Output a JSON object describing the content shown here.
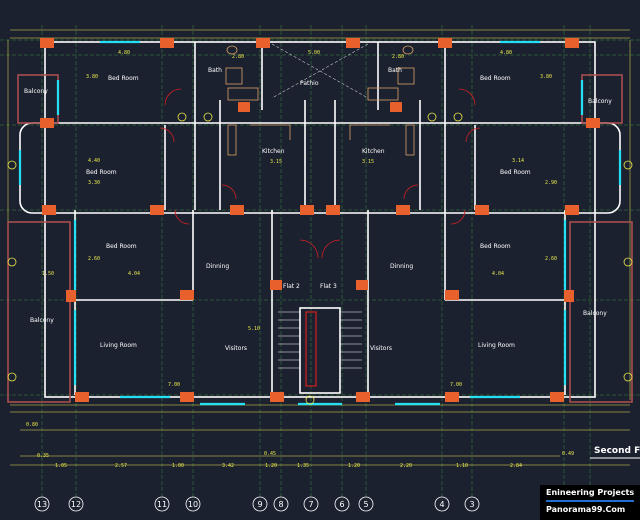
{
  "rooms": {
    "bedroom_tl": "Bed Room",
    "bath_l": "Bath",
    "bath_r": "Bath",
    "bedroom_tr": "Bed Room",
    "balcony_tl": "Balcony",
    "balcony_tr": "Balcony",
    "pathio": "Pathio",
    "kitchen_l": "Kitchen",
    "kitchen_r": "Kitchen",
    "bedroom_ml": "Bed Room",
    "bedroom_mr": "Bed Room",
    "bedroom_ll": "Bed Room",
    "bedroom_lr": "Bed Room",
    "dinning_l": "Dinning",
    "dinning_r": "Dinning",
    "flat2": "Flat 2",
    "flat3": "Flat 3",
    "balcony_bl": "Balcony",
    "balcony_br": "Balcony",
    "living_l": "Living Room",
    "living_r": "Living Room",
    "visitors_l": "Visitors",
    "visitors_r": "Visitors"
  },
  "dimensions": {
    "top_l": "4.80",
    "top_m": "5.00",
    "top_r": "4.80",
    "bed_tl_w": "3.80",
    "bed_tr_w": "3.80",
    "bath_l_w": "2.80",
    "bath_r_w": "2.80",
    "bed_ml_w": "4.40",
    "bed_ml_h": "3.30",
    "bed_mr_w": "3.14",
    "bed_mr_h": "2.90",
    "kit_l": "3.15",
    "kit_r": "3.15",
    "dim_a": "2.60",
    "dim_b": "2.60",
    "dim_c": "1.50",
    "liv_l": "7.00",
    "liv_r": "7.00",
    "liv_l2": "4.04",
    "liv_r2": "4.04",
    "vis": "5.10",
    "bot_a": "1.05",
    "bot_b": "2.57",
    "bot_c": "1.00",
    "bot_d": "3.42",
    "bot_e": "1.20",
    "bot_f": "1.35",
    "bot_g": "1.20",
    "bot_h": "2.20",
    "bot_i": "2.84",
    "bot_j": "1.10",
    "bot_k": "0.80",
    "bot_l": "0.35",
    "bot_m": "0.45",
    "bot_n": "0.49"
  },
  "axes": [
    "13",
    "12",
    "11",
    "10",
    "9",
    "8",
    "7",
    "6",
    "5",
    "4",
    "3"
  ],
  "title": "Second Fl",
  "brand": {
    "line1": "Enineering Projects",
    "line2": "Panorama99.Com"
  },
  "colors": {
    "background": "#1c2130",
    "wall": "#ffffff",
    "column": "#e8602c",
    "window": "#25e0f5",
    "dimension": "#e8e84a",
    "grid": "#3c8a3c",
    "door": "#d42020",
    "outline": "#b05050"
  }
}
